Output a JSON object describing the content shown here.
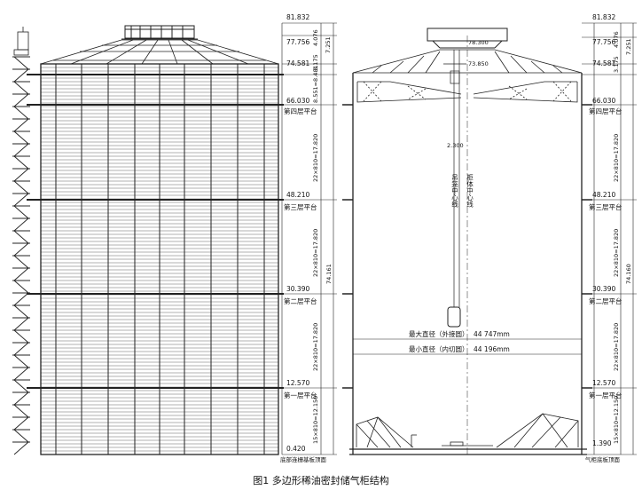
{
  "caption": "图1  多边形稀油密封储气柜结构",
  "levels": {
    "top": "81.832",
    "roof_ridge": "77.756",
    "roof_eave": "74.581",
    "floor4": "66.030",
    "floor3": "48.210",
    "floor2": "30.390",
    "floor1": "12.570",
    "left_base": "0.420",
    "right_base": "1.390"
  },
  "floor_labels": {
    "floor4": "第四层平台",
    "floor3": "第三层平台",
    "floor2": "第二层平台",
    "floor1": "第一层平台",
    "left_base": "底部连栅基板顶面",
    "right_base": "气柜底板顶面"
  },
  "dims": {
    "top_gap": "4.076",
    "mid_gap": "3.175",
    "roof_total": "7.251",
    "eave_band": "8.551=8.481",
    "span": "22×810=17.820",
    "bottom_span": "15×810=12.150",
    "total_left": "74.161",
    "total_right": "74.160",
    "inner_top": "78.300",
    "inner_hatch": "73.850",
    "cable_dim": "2.300"
  },
  "center_labels": {
    "hanging_cage": "吊笼中心线",
    "tank_body": "柜体中心线"
  },
  "diameters": {
    "max_label": "最大直径（外接圆）",
    "max_value": "44 747mm",
    "min_label": "最小直径（内切圆）",
    "min_value": "44 196mm"
  },
  "colors": {
    "line": "#222222",
    "background": "#ffffff"
  }
}
